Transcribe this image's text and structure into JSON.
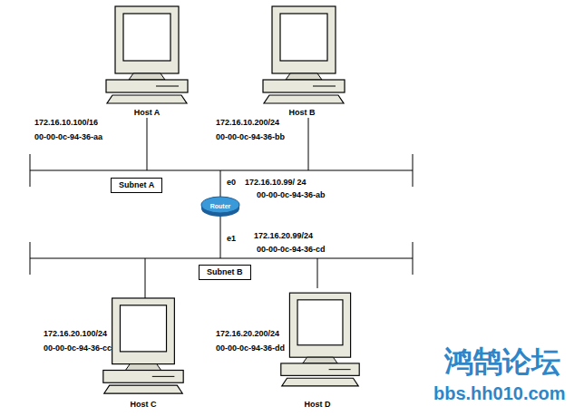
{
  "diagram": {
    "nodes": [
      {
        "text": [
          "Host A"
        ]
      },
      {
        "text": [
          "Host B"
        ]
      },
      {
        "text": [
          "Subnet A"
        ]
      },
      {
        "text": [
          "Router"
        ]
      },
      {
        "text": [
          "Subnet B"
        ]
      },
      {
        "text": [
          "Host C"
        ]
      },
      {
        "text": [
          "Host D"
        ]
      }
    ],
    "labels": [
      "172.16.10.100/16",
      "00-00-0c-94-36-aa",
      "172.16.10.200/24",
      "00-00-0c-94-36-bb",
      "e0",
      "172.16.10.99/ 24",
      "00-00-0c-94-36-ab",
      "e1",
      "172.16.20.99/24",
      "00-00-0c-94-36-cd",
      "172.16.20.100/24",
      "00-00-0c-94-36-cc",
      "172.16.20.200/24",
      "00-00-0c-94-36-dd",
      "鸿鹄论坛",
      "bbs.hh010.com"
    ]
  }
}
